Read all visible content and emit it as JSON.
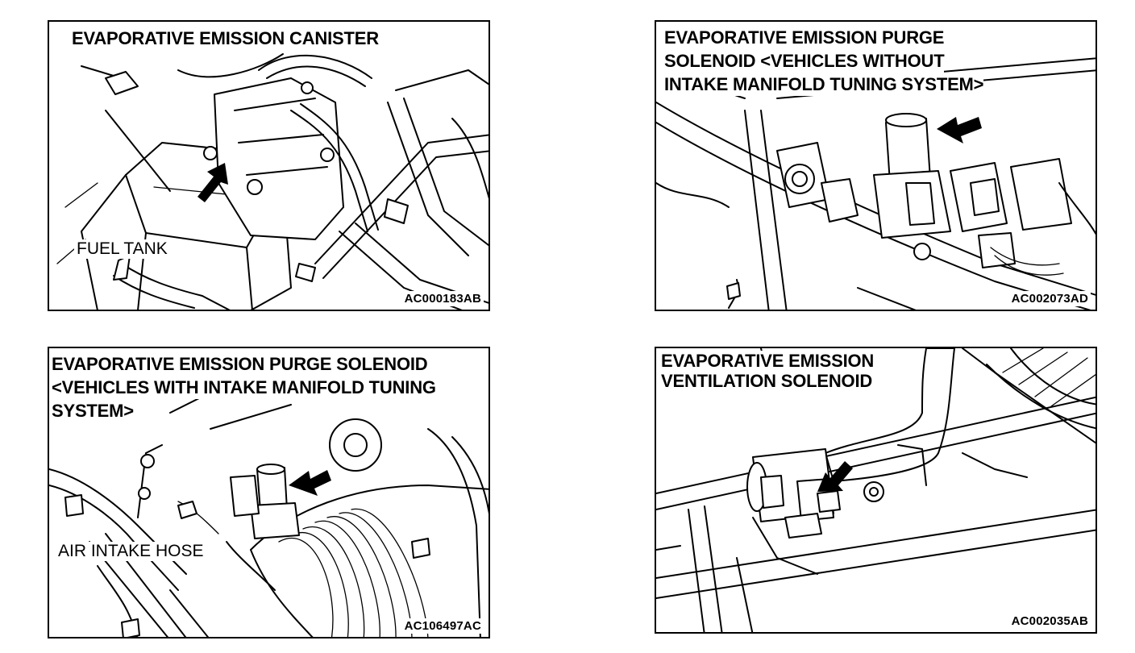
{
  "panels": [
    {
      "title_lines": [
        "EVAPORATIVE EMISSION CANISTER"
      ],
      "code": "AC000183AB",
      "labels": [
        "FUEL TANK"
      ],
      "arrow_icon": "pointer-arrow-icon"
    },
    {
      "title_lines": [
        "EVAPORATIVE EMISSION PURGE",
        "SOLENOID <VEHICLES WITHOUT",
        "INTAKE MANIFOLD TUNING SYSTEM>"
      ],
      "code": "AC002073AD",
      "labels": [],
      "arrow_icon": "pointer-arrow-icon"
    },
    {
      "title_lines": [
        "EVAPORATIVE EMISSION PURGE SOLENOID",
        "<VEHICLES WITH INTAKE MANIFOLD TUNING",
        "SYSTEM>"
      ],
      "code": "AC106497AC",
      "labels": [
        "AIR INTAKE HOSE"
      ],
      "arrow_icon": "pointer-arrow-icon"
    },
    {
      "title_lines": [
        "EVAPORATIVE EMISSION",
        "VENTILATION SOLENOID"
      ],
      "code": "AC002035AB",
      "labels": [],
      "arrow_icon": "pointer-arrow-icon"
    }
  ]
}
